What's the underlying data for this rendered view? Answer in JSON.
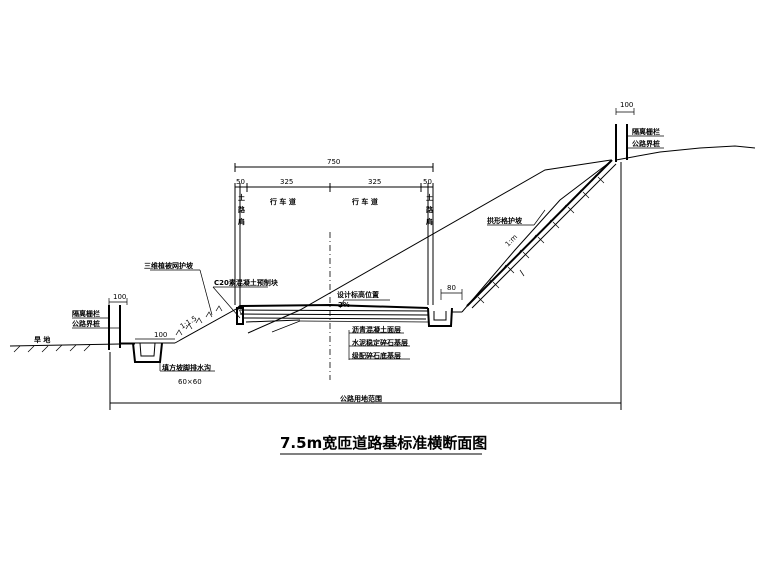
{
  "title": "7.5m宽匝道路基标准横断面图",
  "dimensions": {
    "total_width": "750",
    "shoulder_left": "50",
    "shoulder_right": "50",
    "lane_left": "325",
    "lane_right": "325",
    "fence_offset_left": "100",
    "fence_offset_right": "100",
    "ditch_offset": "100",
    "platform_width": "80",
    "ditch_size": "60×60"
  },
  "labels": {
    "shoulder_left": "土路肩",
    "shoulder_right": "土路肩",
    "lane_left": "行 车 道",
    "lane_right": "行 车 道",
    "fence_left": "隔离栅栏",
    "boundary_left": "公路界桩",
    "ground": "旱 地",
    "slope_protection_left": "三维植被网护坡",
    "curb": "C20素混凝土预制块",
    "design_elevation": "设计标高位置",
    "slope_ratio_left": "1:1.5",
    "slope_ratio_right": "1:m",
    "ditch": "填方坡脚排水沟",
    "layer_1": "沥青混凝土面层",
    "layer_2": "水泥稳定碎石基层",
    "layer_3": "级配碎石底基层",
    "slope_protection_right": "拱形格护坡",
    "fence_right": "隔离栅栏",
    "boundary_right": "公路界桩",
    "land_range": "公路用地范围",
    "crossfall": "2%"
  }
}
